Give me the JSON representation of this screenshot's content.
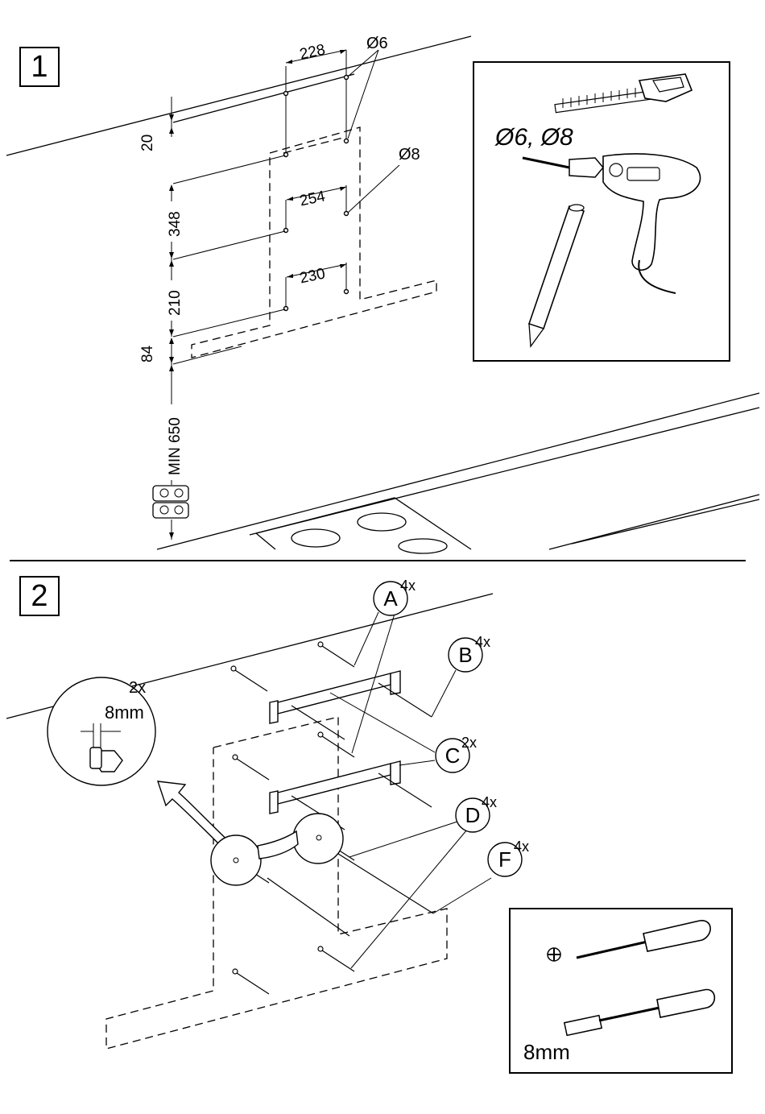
{
  "step1": {
    "number": "1",
    "dims": {
      "hole_spacing_top": "228",
      "hole_diameter_top": "Ø6",
      "offset_top": "20",
      "hole_spacing_mid": "254",
      "hole_diameter_mid": "Ø8",
      "vertical_1": "348",
      "hole_spacing_low": "230",
      "vertical_2": "210",
      "vertical_3": "84",
      "min_height": "MIN 650"
    },
    "tools_panel": {
      "drill_bits": "Ø6, Ø8",
      "icons": [
        "tape-measure-icon",
        "drill-icon",
        "pencil-icon"
      ]
    },
    "icons": [
      "gas-hob-icon",
      "cooktop-icon"
    ]
  },
  "step2": {
    "number": "2",
    "callouts": [
      {
        "letter": "A",
        "count": "4x"
      },
      {
        "letter": "B",
        "count": "4x"
      },
      {
        "letter": "C",
        "count": "2x"
      },
      {
        "letter": "D",
        "count": "4x"
      },
      {
        "letter": "F",
        "count": "4x"
      }
    ],
    "detail": {
      "count": "2x",
      "size": "8mm"
    },
    "tools_panel": {
      "socket_size": "8mm",
      "icons": [
        "phillips-screwdriver-icon",
        "socket-screwdriver-icon"
      ]
    }
  }
}
